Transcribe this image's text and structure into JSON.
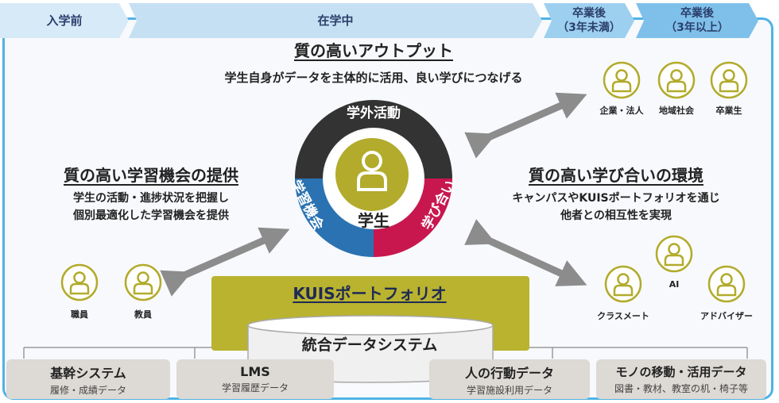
{
  "phases": [
    {
      "label": "入学前"
    },
    {
      "label": "在学中"
    },
    {
      "label": "卒業後\n（3年未満）"
    },
    {
      "label": "卒業後\n（3年以上）"
    }
  ],
  "top_section": {
    "title": "質の高いアウトプット",
    "subtitle": "学生自身がデータを主体的に活用、良い学びにつなげる"
  },
  "left_section": {
    "title": "質の高い学習機会の提供",
    "line1": "学生の活動・進捗状況を把握し",
    "line2": "個別最適化した学習機会を提供"
  },
  "right_section": {
    "title": "質の高い学び合いの環境",
    "line1": "キャンパスやKUISポートフォリオを通じ",
    "line2": "他者との相互性を実現"
  },
  "ring": {
    "center": "学生",
    "segments": [
      "学外活動",
      "学び合い",
      "学習機会"
    ],
    "colors": {
      "top": "#333333",
      "right": "#c8174f",
      "left": "#2a72b1",
      "center": "#b2ab2c"
    }
  },
  "portfolio": {
    "label": "KUISポートフォリオ",
    "color": "#b9b32f"
  },
  "integration": {
    "label": "統合データシステム"
  },
  "people": {
    "external": [
      "企業・法人",
      "地域社会",
      "卒業生"
    ],
    "staff": [
      "職員",
      "教員"
    ],
    "peers": [
      "クラスメート",
      "AI",
      "アドバイザー"
    ]
  },
  "bottom_boxes": [
    {
      "title": "基幹システム",
      "sub": "履修・成績データ"
    },
    {
      "title": "LMS",
      "sub": "学習履歴データ"
    },
    {
      "title": "人の行動データ",
      "sub": "学習施設利用データ"
    },
    {
      "title": "モノの移動・活用データ",
      "sub": "図書・教材、教室の机・椅子等"
    }
  ]
}
